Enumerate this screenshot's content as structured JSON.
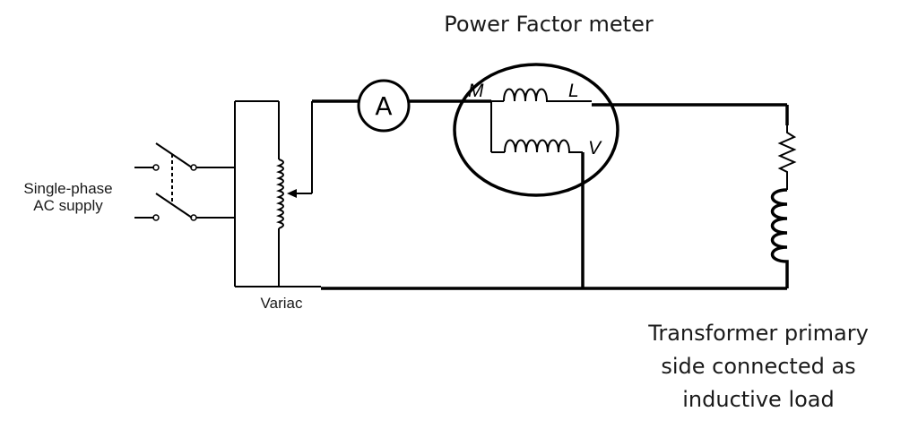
{
  "diagram": {
    "pf_meter_title": "Power Factor meter",
    "ammeter_symbol": "A",
    "terminal_m": "M",
    "terminal_l": "L",
    "terminal_v": "V",
    "supply_line1": "Single-phase",
    "supply_line2": "AC supply",
    "variac_label": "Variac",
    "load_line1": "Transformer primary",
    "load_line2": "side connected as",
    "load_line3": "inductive load"
  },
  "colors": {
    "wire": "#000000",
    "text": "#1a1a1a",
    "background": "#ffffff"
  }
}
